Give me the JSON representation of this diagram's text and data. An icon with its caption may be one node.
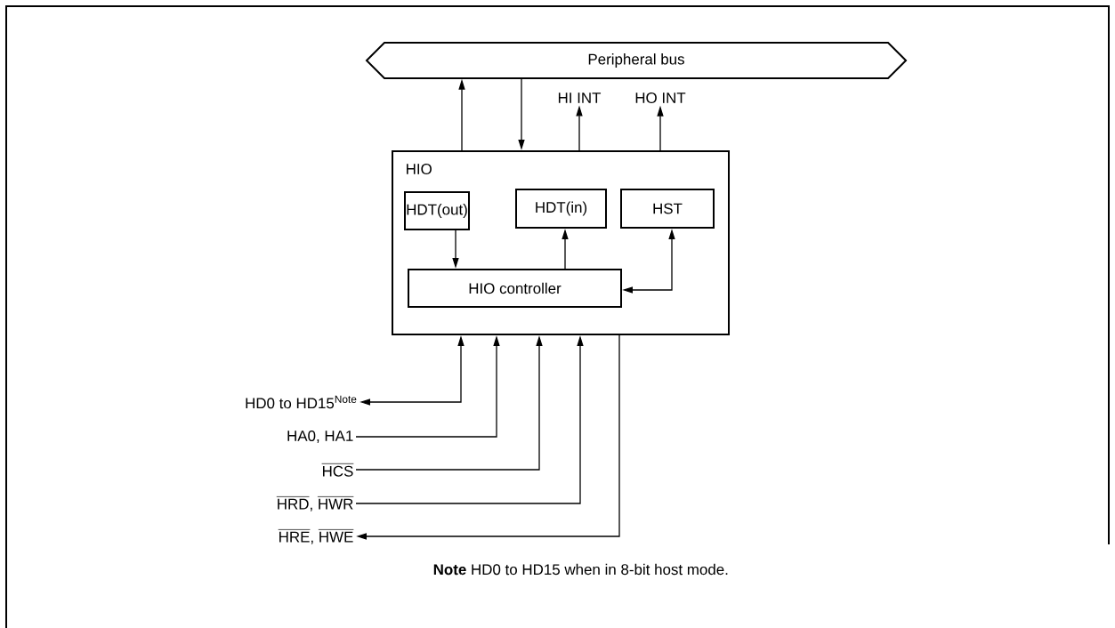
{
  "diagram": {
    "nodes": [
      {
        "text": [
          "Peripheral bus"
        ]
      },
      {
        "text": [
          "HIO"
        ]
      },
      {
        "text": [
          "HDT(out)"
        ],
        "in": 1
      },
      {
        "text": [
          "HDT(in)"
        ],
        "in": 1
      },
      {
        "text": [
          "HST"
        ],
        "in": 1
      },
      {
        "text": [
          "HIO controller"
        ],
        "in": 1
      },
      {
        "text": [
          "HI INT"
        ]
      },
      {
        "text": [
          "HO INT"
        ]
      },
      {
        "text": [
          "HD0 to HD15$^{Note}$"
        ]
      },
      {
        "text": [
          "HA0, HA1"
        ]
      },
      {
        "text": [
          "\\overline{\\text{HCS}}"
        ]
      },
      {
        "text": [
          "\\overline{\\text{HRD}}\\text{, }\\overline{\\text{HWR}}"
        ]
      },
      {
        "text": [
          "\\overline{\\text{HRE}}\\text{, }\\overline{\\text{HWE}}"
        ]
      }
    ],
    "edges": [
      {
        "from": 1,
        "to": 0,
        "arrow": "to"
      },
      {
        "from": 0,
        "to": 1,
        "arrow": "to"
      },
      {
        "from": 1,
        "to": 6,
        "arrow": "to"
      },
      {
        "from": 1,
        "to": 7,
        "arrow": "to"
      },
      {
        "from": 2,
        "to": 5,
        "arrow": "to"
      },
      {
        "from": 5,
        "to": 3,
        "arrow": "to"
      },
      {
        "from": 4,
        "to": 5,
        "arrow": "both"
      },
      {
        "from": 8,
        "to": 1,
        "arrow": "both"
      },
      {
        "from": 9,
        "to": 1,
        "arrow": "to"
      },
      {
        "from": 10,
        "to": 1,
        "arrow": "to"
      },
      {
        "from": 11,
        "to": 1,
        "arrow": "to"
      },
      {
        "from": 1,
        "to": 12,
        "arrow": "to"
      }
    ],
    "labels": [
      "**Note** HD0 to HD15 when in 8-bit host mode."
    ]
  }
}
